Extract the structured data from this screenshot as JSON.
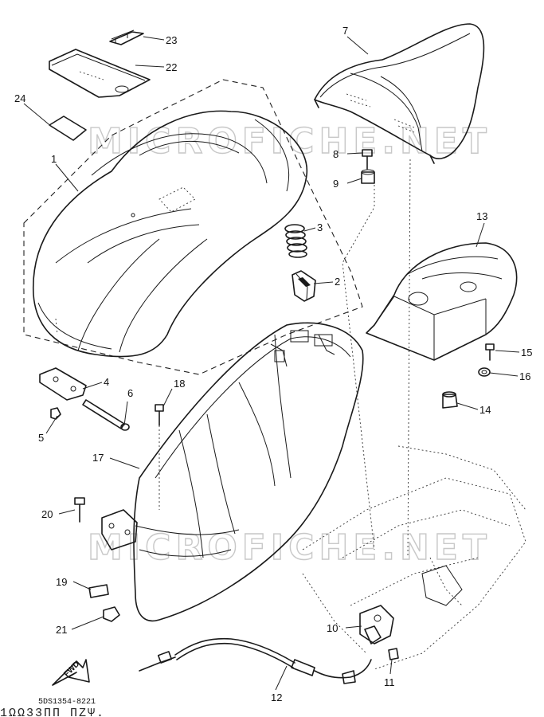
{
  "watermark": "MICROFICHE.NET",
  "diagram_code": "5DS1354-8221",
  "footer_scan_text": "1ΩΩ33ΠΠ  ΠΖΨ.",
  "fwd_label": "FWD",
  "callouts": {
    "c1": "1",
    "c2": "2",
    "c3": "3",
    "c4": "4",
    "c5": "5",
    "c6": "6",
    "c7": "7",
    "c8": "8",
    "c9": "9",
    "c10": "10",
    "c11": "11",
    "c12": "12",
    "c13": "13",
    "c14": "14",
    "c15": "15",
    "c16": "16",
    "c17": "17",
    "c18": "18",
    "c19": "19",
    "c20": "20",
    "c21": "21",
    "c22": "22",
    "c23": "23",
    "c24": "24"
  }
}
